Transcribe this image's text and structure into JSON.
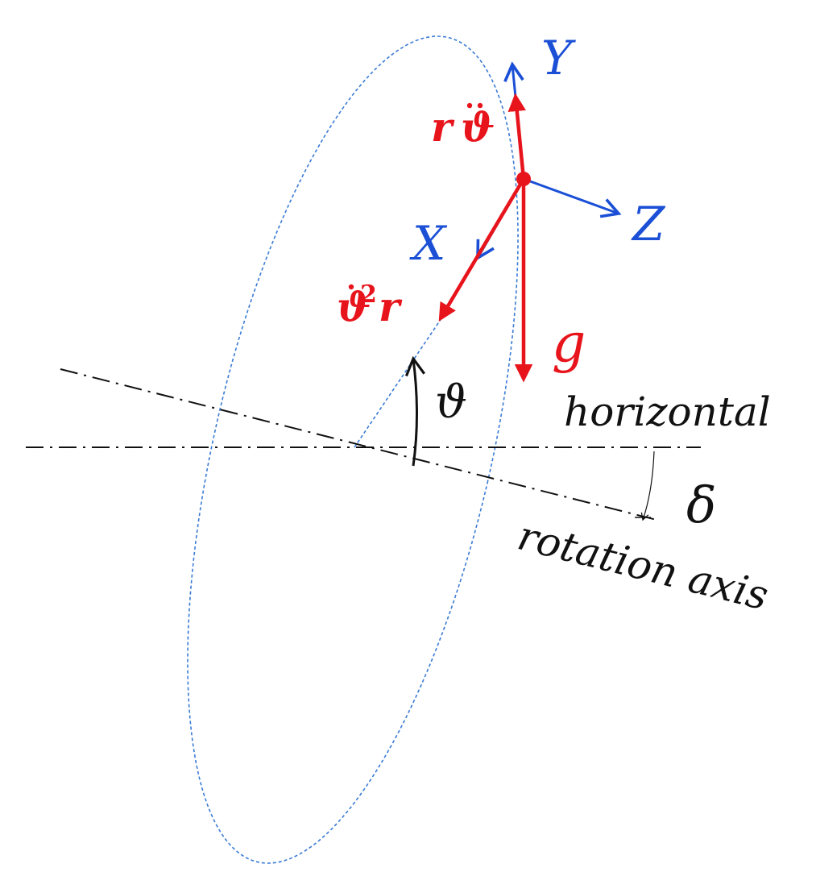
{
  "diagram": {
    "colors": {
      "frame_axes": "#1a4fd6",
      "forces": "#e8141c",
      "orbit": "#3a7bd5",
      "reference_lines": "#111111",
      "angle_marks": "#111111"
    },
    "axis_labels": {
      "x": "X",
      "y": "Y",
      "z": "Z"
    },
    "force_labels": {
      "tangential_base": "r",
      "tangential_var": "ϑ",
      "centripetal_var": "ϑ",
      "centripetal_exp": "2",
      "centripetal_r": "r",
      "gravity": "g"
    },
    "angle_labels": {
      "theta": "ϑ",
      "delta": "δ"
    },
    "line_labels": {
      "horizontal": "horizontal",
      "rotation_axis": "rotation axis"
    }
  }
}
